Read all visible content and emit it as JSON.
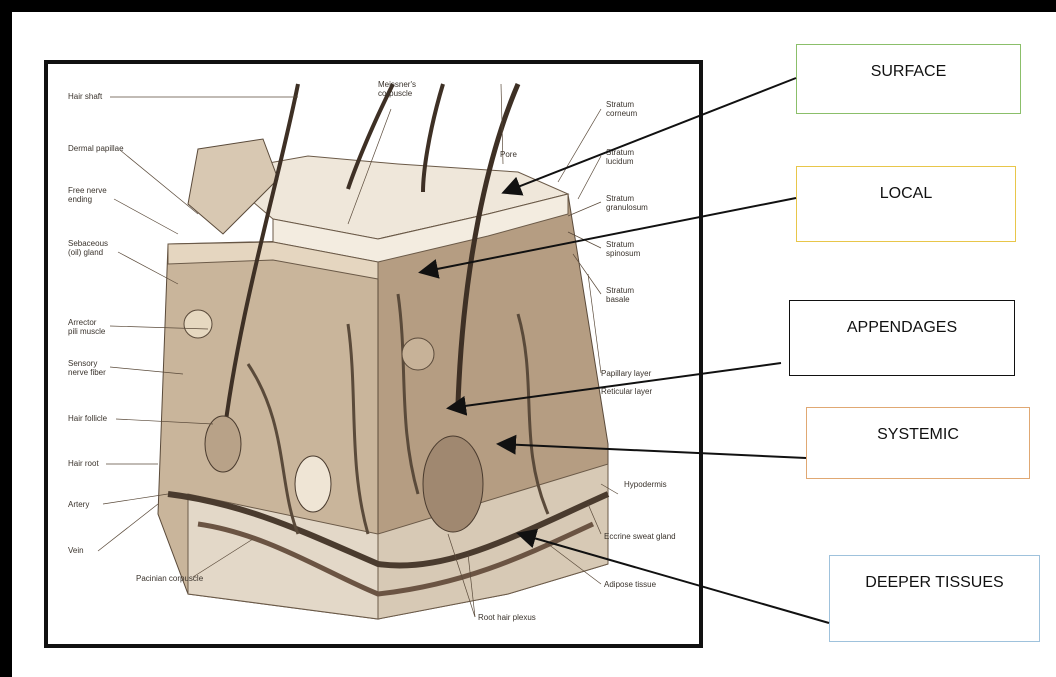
{
  "figure_labels": {
    "hair_shaft": "Hair shaft",
    "meissners": "Meissner's\ncorpuscle",
    "stratum_corneum": "Stratum\ncorneum",
    "dermal_papillae": "Dermal papillae",
    "pore": "Pore",
    "stratum_lucidum": "Stratum\nlucidum",
    "free_nerve": "Free nerve\nending",
    "stratum_granulosum": "Stratum\ngranulosum",
    "sebaceous": "Sebaceous\n(oil) gland",
    "stratum_spinosum": "Stratum\nspinosum",
    "stratum_basale": "Stratum\nbasale",
    "arrector": "Arrector\npili muscle",
    "sensory": "Sensory\nnerve fiber",
    "papillary": "Papillary layer",
    "reticular": "Reticular layer",
    "hair_follicle": "Hair follicle",
    "hair_root": "Hair root",
    "hypodermis": "Hypodermis",
    "artery": "Artery",
    "eccrine": "Eccrine sweat gland",
    "vein": "Vein",
    "pacinian": "Pacinian corpuscle",
    "adipose": "Adipose tissue",
    "root_hair_plexus": "Root hair plexus"
  },
  "categories": {
    "surface": "SURFACE",
    "local": "LOCAL",
    "appendages": "APPENDAGES",
    "systemic": "SYSTEMIC",
    "deeper": "DEEPER TISSUES"
  },
  "colors": {
    "surface_border": "#8bbf6a",
    "local_border": "#e8c64a",
    "appendages_border": "#111111",
    "systemic_border": "#e0a873",
    "deeper_border": "#9fc2dc",
    "tissue_dark": "#6b5a48",
    "tissue_mid": "#a8927a",
    "tissue_light": "#e8dccb"
  }
}
